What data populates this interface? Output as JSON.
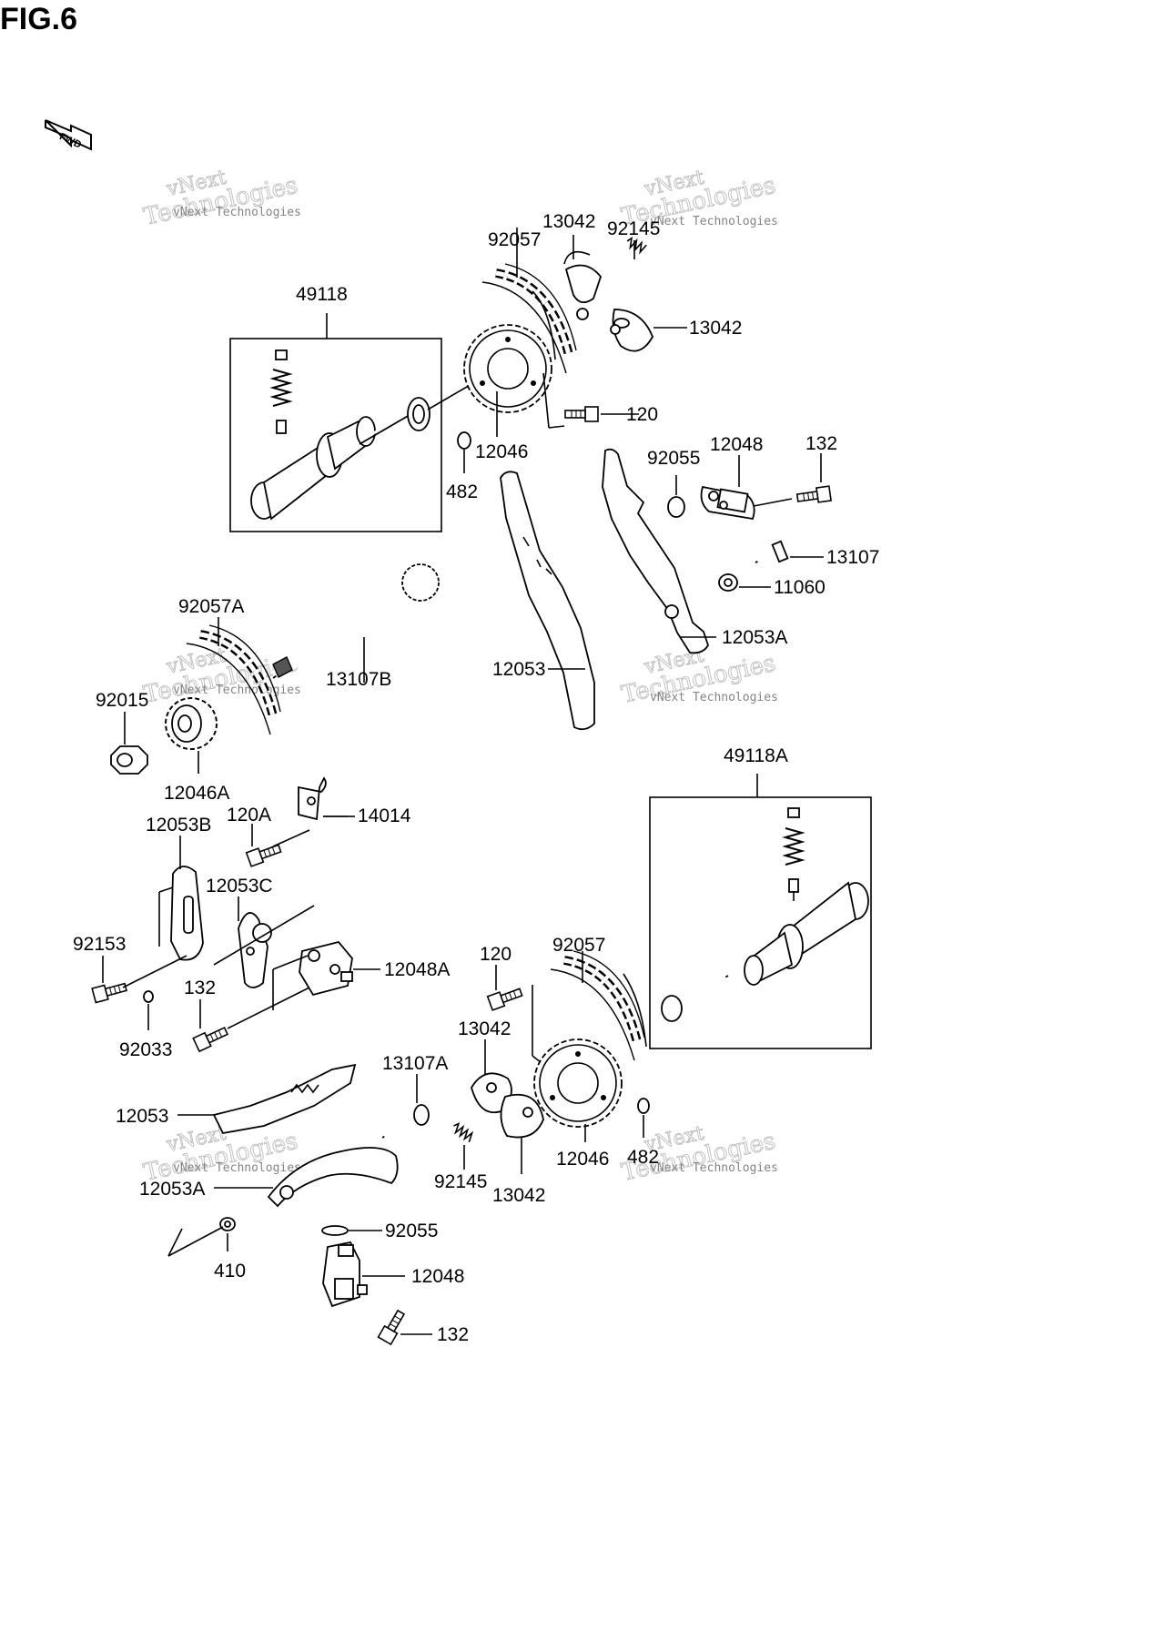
{
  "figure": {
    "title": "FIG.6",
    "fwd_label": "FWD"
  },
  "watermark": {
    "brand": "vNext",
    "sub": "Technologies",
    "full": "vNext Technologies"
  },
  "labels": {
    "p49118": "49118",
    "p92057": "92057",
    "p13042_top": "13042",
    "p92145_top": "92145",
    "p13042_right": "13042",
    "p120_top": "120",
    "p12046_top": "12046",
    "p482_top": "482",
    "p92055_top": "92055",
    "p12048_top": "12048",
    "p132_top": "132",
    "p13107": "13107",
    "p11060": "11060",
    "p12053A_top": "12053A",
    "p12053_top": "12053",
    "p92057A": "92057A",
    "p13107B": "13107B",
    "p92015": "92015",
    "p12046A": "12046A",
    "p120A": "120A",
    "p14014": "14014",
    "p12053B": "12053B",
    "p12053C": "12053C",
    "p92153": "92153",
    "p12048A": "12048A",
    "p132_mid": "132",
    "p92033": "92033",
    "p49118A": "49118A",
    "p120_bot": "120",
    "p92057_bot": "92057",
    "p13042_bot_a": "13042",
    "p13107A": "13107A",
    "p12053_bot": "12053",
    "p12046_bot": "12046",
    "p482_bot": "482",
    "p92145_bot": "92145",
    "p13042_bot_b": "13042",
    "p12053A_bot": "12053A",
    "p92055_bot": "92055",
    "p410": "410",
    "p12048_bot": "12048",
    "p132_bot": "132"
  }
}
